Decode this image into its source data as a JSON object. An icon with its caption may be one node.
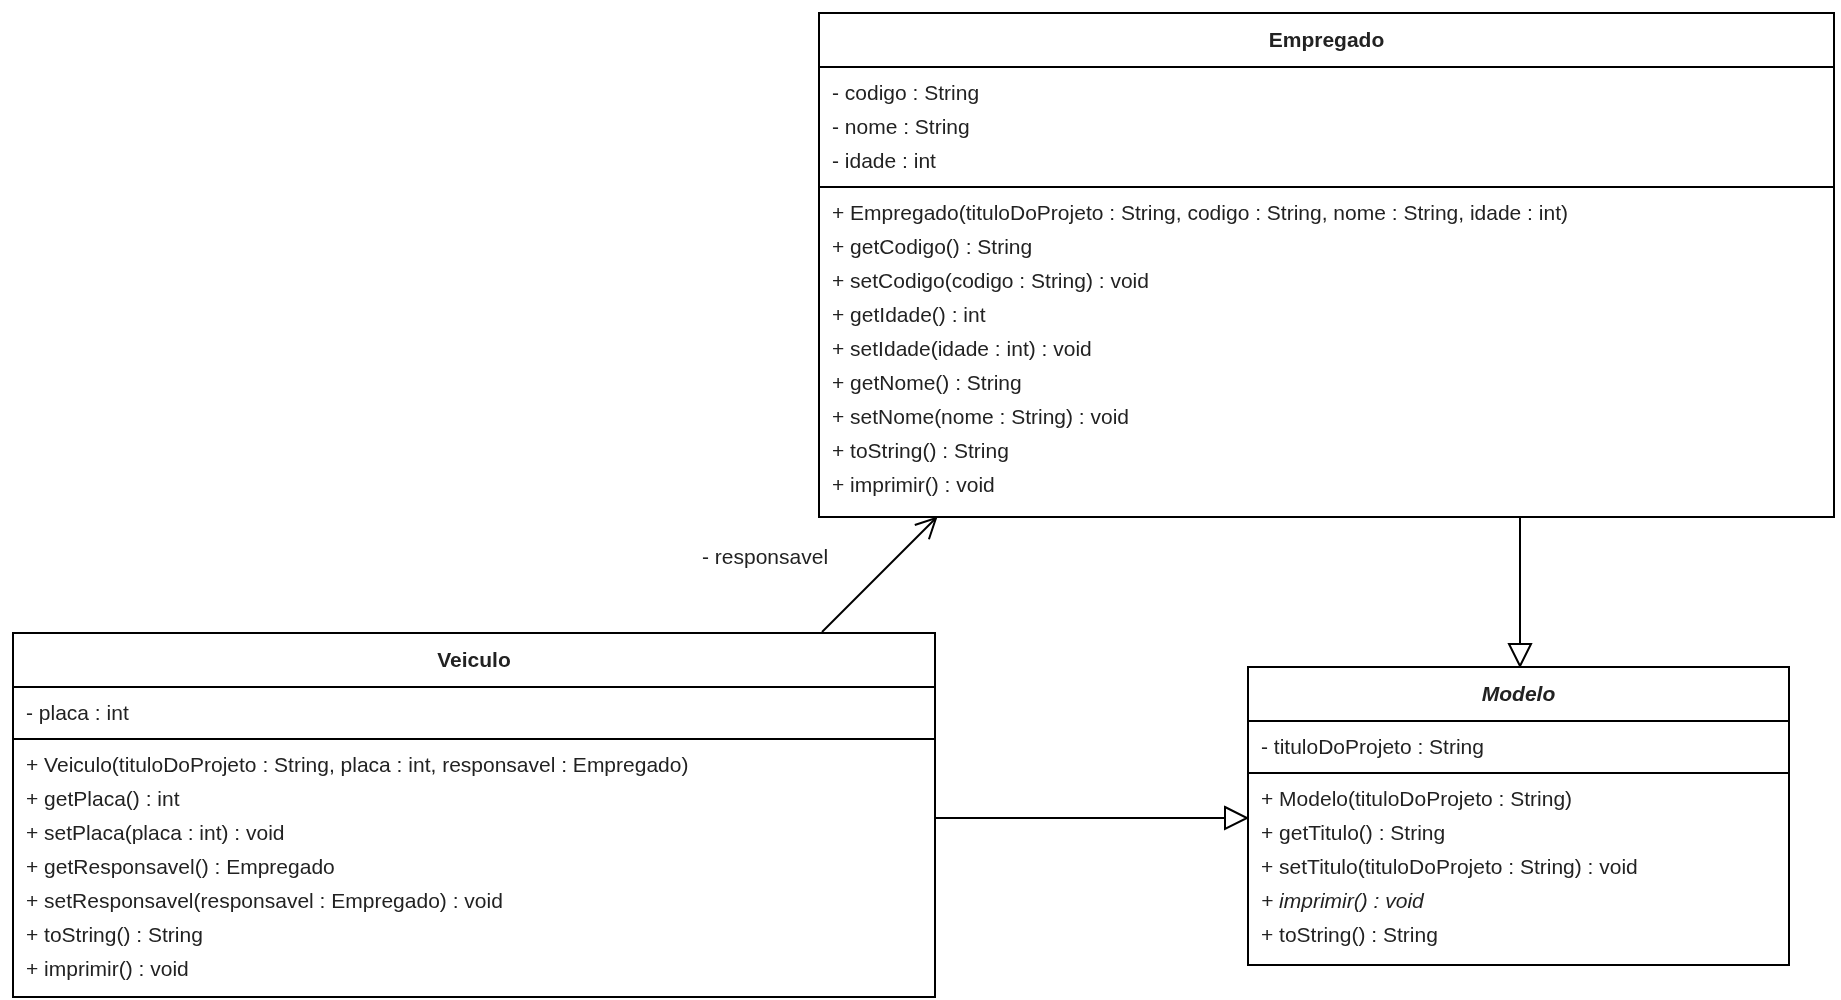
{
  "diagram": {
    "nodes": [
      {
        "text": [
          "Empregado"
        ]
      },
      {
        "text": [
          "- codigo : String",
          "- nome : String",
          "- idade : int"
        ],
        "in": 0
      },
      {
        "text": [
          "+ Empregado(tituloDoProjeto : String, codigo : String, nome : String, idade : int)",
          "+ getCodigo() : String",
          "+ setCodigo(codigo : String) : void",
          "+ getIdade() : int",
          "+ setIdade(idade : int) : void",
          "+ getNome() : String",
          "+ setNome(nome : String) : void",
          "+ toString() : String",
          "+ imprimir() : void"
        ],
        "in": 0
      },
      {
        "text": [
          "Veiculo"
        ]
      },
      {
        "text": [
          "- placa : int"
        ],
        "in": 3
      },
      {
        "text": [
          "+ Veiculo(tituloDoProjeto : String, placa : int, responsavel : Empregado)",
          "+ getPlaca() : int",
          "+ setPlaca(placa : int) : void",
          "+ getResponsavel() : Empregado",
          "+ setResponsavel(responsavel : Empregado) : void",
          "+ toString() : String",
          "+ imprimir() : void"
        ],
        "in": 3
      },
      {
        "text": [
          "*Modelo*"
        ]
      },
      {
        "text": [
          "- tituloDoProjeto : String"
        ],
        "in": 6
      },
      {
        "text": [
          "+ Modelo(tituloDoProjeto : String)",
          "+ getTitulo() : String",
          "+ setTitulo(tituloDoProjeto : String) : void",
          "*+ imprimir() : void*",
          "+ toString() : String"
        ],
        "in": 6
      }
    ],
    "edges": [
      {
        "from": 3,
        "to": 0,
        "arrow": "to",
        "label": "- responsavel"
      },
      {
        "from": 0,
        "to": 6,
        "arrow": "to"
      },
      {
        "from": 3,
        "to": 6,
        "arrow": "to"
      }
    ]
  }
}
